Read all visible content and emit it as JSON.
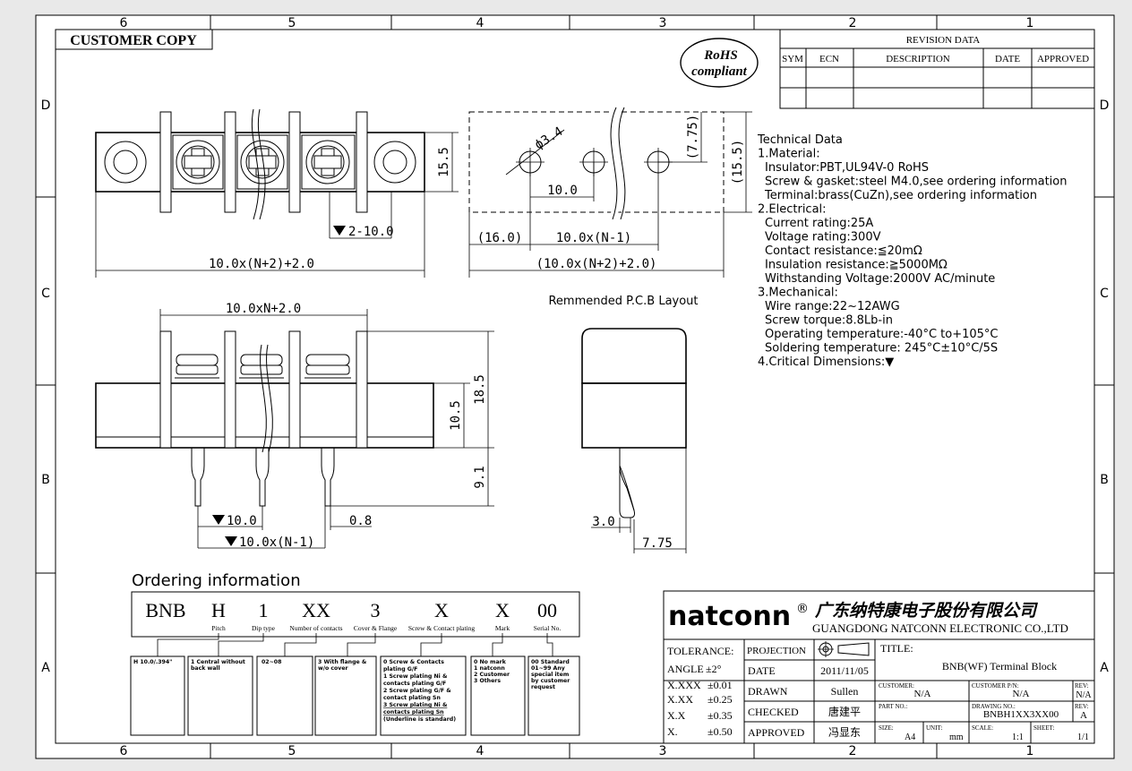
{
  "frame": {
    "cols": [
      "6",
      "5",
      "4",
      "3",
      "2",
      "1"
    ],
    "rows": [
      "D",
      "C",
      "B",
      "A"
    ]
  },
  "customer_copy": "CUSTOMER COPY",
  "rohs": {
    "line1": "RoHS",
    "line2": "compliant"
  },
  "revision": {
    "title": "REVISION DATA",
    "headers": [
      "SYM",
      "ECN",
      "DESCRIPTION",
      "DATE",
      "APPROVED"
    ]
  },
  "dims": {
    "top_width": "10.0x(N+2)+2.0",
    "top_height": "15.5",
    "top_pitch": "2-10.0",
    "pcb_hole": "ϕ3.4",
    "pcb_pitch": "10.0",
    "pcb_h1": "(7.75)",
    "pcb_h2": "(15.5)",
    "pcb_edge": "(16.0)",
    "pcb_span": "10.0x(N-1)",
    "pcb_total": "(10.0x(N+2)+2.0)",
    "pcb_label": "Remmended P.C.B Layout",
    "front_width": "10.0xN+2.0",
    "front_h1": "10.5",
    "front_h2": "18.5",
    "front_pin": "9.1",
    "front_pitch": "10.0",
    "front_pin_w": "0.8",
    "front_span": "10.0x(N-1)",
    "side_w": "3.0",
    "side_d": "7.75"
  },
  "tech": {
    "lines": [
      "Technical Data",
      "1.Material:",
      "  Insulator:PBT,UL94V-0 RoHS",
      "  Screw & gasket:steel M4.0,see ordering information",
      "  Terminal:brass(CuZn),see ordering information",
      "2.Electrical:",
      "  Current rating:25A",
      "  Voltage rating:300V",
      "  Contact resistance:≦20mΩ",
      "  Insulation resistance:≧5000MΩ",
      "  Withstanding Voltage:2000V AC/minute",
      "3.Mechanical:",
      "  Wire range:22~12AWG",
      "  Screw torque:8.8Lb-in",
      "  Operating temperature:-40°C to+105°C",
      "  Soldering temperature: 245°C±10°C/5S",
      "4.Critical Dimensions:▼"
    ]
  },
  "ordering": {
    "heading": "Ordering information",
    "codes": [
      {
        "code": "BNB",
        "label": ""
      },
      {
        "code": "H",
        "label": "Pitch"
      },
      {
        "code": "1",
        "label": "Dip type"
      },
      {
        "code": "XX",
        "label": "Number of contacts"
      },
      {
        "code": "3",
        "label": "Cover & Flange"
      },
      {
        "code": "X",
        "label": "Screw & Contact plating"
      },
      {
        "code": "X",
        "label": "Mark"
      },
      {
        "code": "00",
        "label": "Serial No."
      }
    ],
    "boxes": [
      [
        "H 10.0/.394\""
      ],
      [
        "1 Central without",
        "back wall"
      ],
      [
        "02~08"
      ],
      [
        "3 With flange &",
        "w/o cover"
      ],
      [
        "0 Screw & Contacts",
        "  plating G/F",
        "1 Screw plating Ni &",
        "  contacts plating G/F",
        "2 Screw plating G/F &",
        "  contact plating Sn",
        "3 Screw plating Ni &",
        "  contacts plating Sn",
        "(Underline is standard)"
      ],
      [
        "0 No mark",
        "1 natconn",
        "2 Customer",
        "3 Others"
      ],
      [
        "00 Standard",
        "01~99 Any",
        "special item",
        "by customer",
        "request"
      ]
    ]
  },
  "title_block": {
    "logo": "natconn",
    "reg": "®",
    "company_cn": "广东纳特康电子股份有限公司",
    "company_en": "GUANGDONG NATCONN ELECTRONIC CO.,LTD",
    "tolerance": [
      {
        "k": "TOLERANCE:",
        "v": ""
      },
      {
        "k": "ANGLE",
        "v": "±2°"
      },
      {
        "k": "X.XXX",
        "v": "±0.01"
      },
      {
        "k": "X.XX",
        "v": "±0.25"
      },
      {
        "k": "X.X",
        "v": "±0.35"
      },
      {
        "k": "X.",
        "v": "±0.50"
      }
    ],
    "projection": "PROJECTION",
    "date_label": "DATE",
    "date": "2011/11/05",
    "drawn_label": "DRAWN",
    "drawn": "Sullen",
    "checked_label": "CHECKED",
    "checked": "唐建平",
    "approved_label": "APPROVED",
    "approved": "冯显东",
    "title_label": "TITLE:",
    "title": "BNB(WF) Terminal Block",
    "customer_label": "CUSTOMER:",
    "customer": "N/A",
    "customer_pn_label": "CUSTOMER P/N:",
    "customer_pn": "N/A",
    "rev_label": "REV:",
    "rev1": "N/A",
    "part_no_label": "PART NO.:",
    "drawing_no_label": "DRAWING NO.:",
    "drawing_no": "BNBH1XX3XX00",
    "rev2": "A",
    "size_label": "SIZE:",
    "size": "A4",
    "unit_label": "UNIT:",
    "unit": "mm",
    "scale_label": "SCALE:",
    "scale": "1:1",
    "sheet_label": "SHEET:",
    "sheet": "1/1"
  }
}
